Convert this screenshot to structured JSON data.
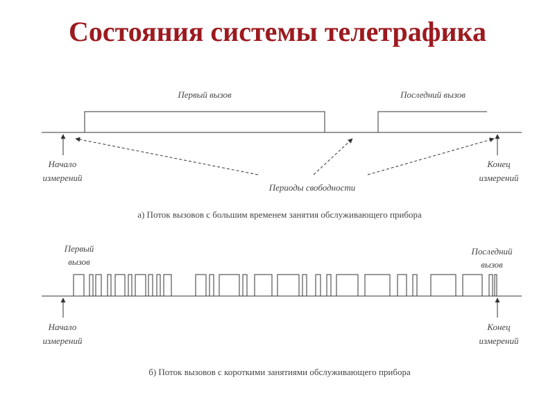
{
  "title": "Состояния системы телетрафика",
  "diagram_a": {
    "first_call": "Первый вызов",
    "last_call": "Последний вызов",
    "start_line1": "Начало",
    "start_line2": "измерений",
    "end_line1": "Конец",
    "end_line2": "измерений",
    "idle_periods": "Периоды свободности",
    "caption": "а)  Поток вызовов с большим временем занятия обслуживающего прибора"
  },
  "diagram_b": {
    "first_line1": "Первый",
    "first_line2": "вызов",
    "last_line1": "Последний",
    "last_line2": "вызов",
    "start_line1": "Начало",
    "start_line2": "измерений",
    "end_line1": "Конец",
    "end_line2": "измерений",
    "caption": "б)  Поток вызовов с короткими занятиями обслуживающего прибора"
  },
  "colors": {
    "title": "#9c1a1f",
    "lines": "#333333",
    "text": "#444444"
  }
}
